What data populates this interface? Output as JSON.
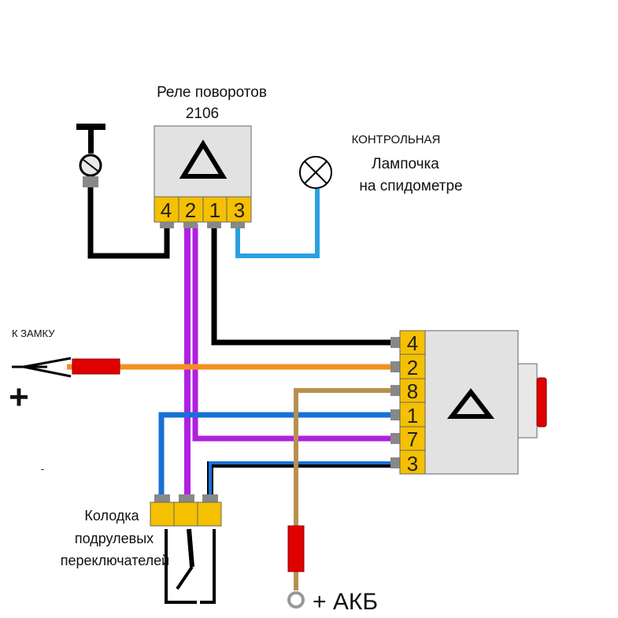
{
  "relay": {
    "title_line1": "Реле поворотов",
    "title_line2": "2106",
    "pins": [
      "4",
      "2",
      "1",
      "3"
    ]
  },
  "lamp": {
    "caption_top": "КОНТРОЛЬНАЯ",
    "caption_line1": "Лампочка",
    "caption_line2": "на спидометре"
  },
  "ignition": {
    "label": "К ЗАМКУ",
    "plus_sign": "+",
    "minus_sign": "-"
  },
  "switch_block": {
    "pins": [
      "4",
      "2",
      "8",
      "1",
      "7",
      "3"
    ]
  },
  "steering_connector": {
    "label_line1": "Колодка",
    "label_line2": "подрулевых",
    "label_line3": "переключателей"
  },
  "battery": {
    "label": "+ АКБ"
  },
  "colors": {
    "black": "#000000",
    "purple": "#b020e0",
    "blue": "#1870d8",
    "light_blue": "#2aa0e0",
    "orange": "#f59020",
    "tan": "#b89050",
    "pin_yellow": "#f5c000",
    "body_gray": "#e2e2e2",
    "fuse_red": "#e00000"
  },
  "icons": {
    "relay": "hazard-triangle-icon",
    "lamp": "lamp-cross-icon",
    "ground": "ground-icon",
    "fork_terminal": "fork-terminal-icon",
    "ring_terminal": "ring-terminal-icon"
  }
}
